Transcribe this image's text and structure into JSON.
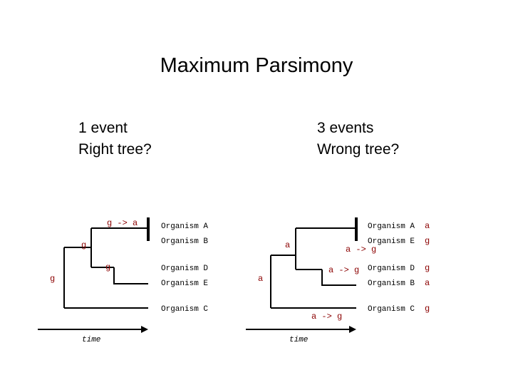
{
  "title": "Maximum Parsimony",
  "left_panel": {
    "heading_line1": "1 event",
    "heading_line2": "Right tree?",
    "organisms": [
      "Organism A",
      "Organism B",
      "Organism D",
      "Organism E",
      "Organism C"
    ],
    "event_label": "g -> a",
    "node_labels": [
      "g",
      "g",
      "g"
    ],
    "time_label": "time"
  },
  "right_panel": {
    "heading_line1": "3 events",
    "heading_line2": "Wrong tree?",
    "organisms": [
      "Organism A",
      "Organism E",
      "Organism D",
      "Organism B",
      "Organism C"
    ],
    "states": [
      "a",
      "g",
      "g",
      "a",
      "g"
    ],
    "event_labels": [
      "a -> g",
      "a -> g",
      "a -> g"
    ],
    "node_labels": [
      "a",
      "a"
    ],
    "time_label": "time"
  },
  "colors": {
    "event_red": "#8b0000",
    "line": "#000000"
  }
}
